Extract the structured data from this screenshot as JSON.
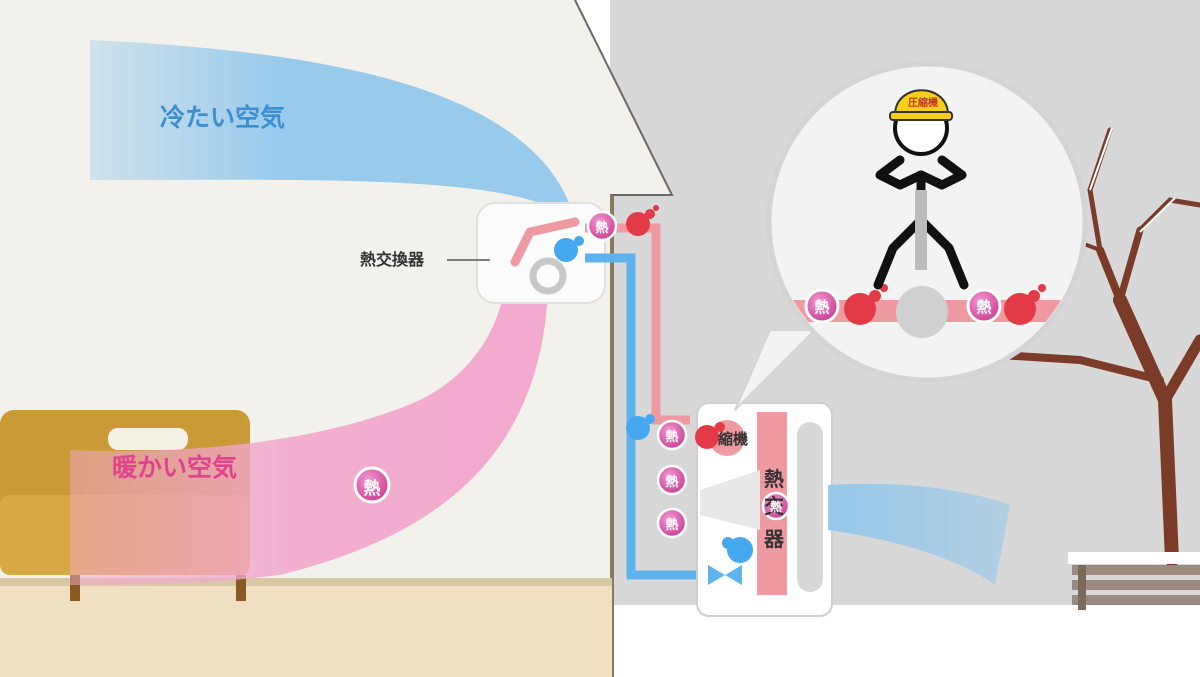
{
  "labels": {
    "cold_air": "冷たい空気",
    "warm_air": "暖かい空気",
    "heat_exchanger": "熱交換器",
    "compressor_partial": "縮機",
    "outdoor_hx_1": "熱",
    "outdoor_hx_2": "交",
    "outdoor_hx_3": "器",
    "helmet": "圧縮機"
  },
  "heat_badge": "熱",
  "colors": {
    "wall": "#f3f1ec",
    "outdoor_sky": "#d8d8d8",
    "cold_air": "#8ec6ec",
    "warm_air": "#f2a6cc",
    "hot_pipe": "#ef9aa0",
    "cold_pipe": "#5fb3ec",
    "heat_badge": "#c93a92",
    "heat_gas": "#e23a46",
    "cold_gas": "#46a8ee",
    "sofa": "#c99a35",
    "floor": "#efe0c2",
    "tree": "#7a3b28",
    "helmet": "#f7cf1a"
  },
  "icons": [
    "cold-air-stream-icon",
    "warm-air-stream-icon",
    "indoor-unit-icon",
    "outdoor-unit-icon",
    "compressor-person-icon",
    "helmet-icon",
    "tree-icon",
    "bench-icon",
    "sofa-icon",
    "heat-molecule-icon",
    "cold-molecule-icon",
    "expansion-valve-icon"
  ]
}
